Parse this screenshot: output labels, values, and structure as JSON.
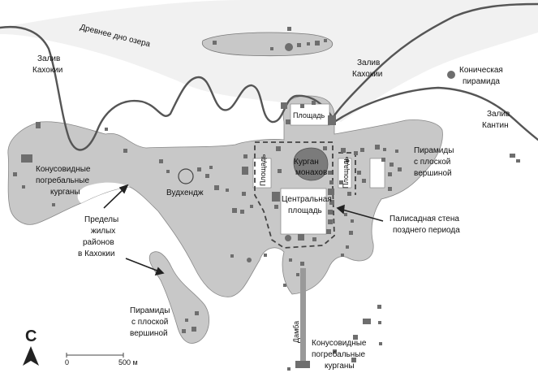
{
  "labels": {
    "ancient_lake_bed": "Древнее дно озера",
    "cahokia_creek_left": [
      "Залив",
      "Кахокии"
    ],
    "cahokia_creek_right": [
      "Залив",
      "Кахокии"
    ],
    "conical_pyramid": [
      "Коническая",
      "пирамида"
    ],
    "canteen_creek": [
      "Залив",
      "Кантин"
    ],
    "plaza_north": "Площадь",
    "plaza_west": "Площадь",
    "plaza_east": "Площадь",
    "monks_mound": [
      "Курган",
      "монахов"
    ],
    "grand_plaza": [
      "Центральная",
      "площадь"
    ],
    "woodhenge": "Вудхендж",
    "conical_burial_left": [
      "Конусовидные",
      "погребальные",
      "курганы"
    ],
    "conical_burial_bottom": [
      "Конусовидные",
      "погребальные",
      "курганы"
    ],
    "platform_pyramids_right": [
      "Пирамиды",
      "с плоской",
      "вершиной"
    ],
    "platform_pyramids_bottom": [
      "Пирамиды",
      "с плоской",
      "вершиной"
    ],
    "residential_limits": [
      "Пределы",
      "жилых",
      "районов",
      "в Кахокии"
    ],
    "palisade": [
      "Палисадная стена",
      "позднего периода"
    ],
    "causeway": "Дамба",
    "north_letter": "С",
    "scale_zero": "0",
    "scale_end": "500 м"
  },
  "colors": {
    "lake_bed": "#f0f0f0",
    "site_area": "#c8c8c8",
    "creek": "#555555",
    "mound": "#6e6e6e",
    "plaza": "#ffffff",
    "palisade": "#444444"
  },
  "icons": {
    "north_arrow": "north-arrow-icon",
    "scale_bar": "scale-bar-icon"
  }
}
